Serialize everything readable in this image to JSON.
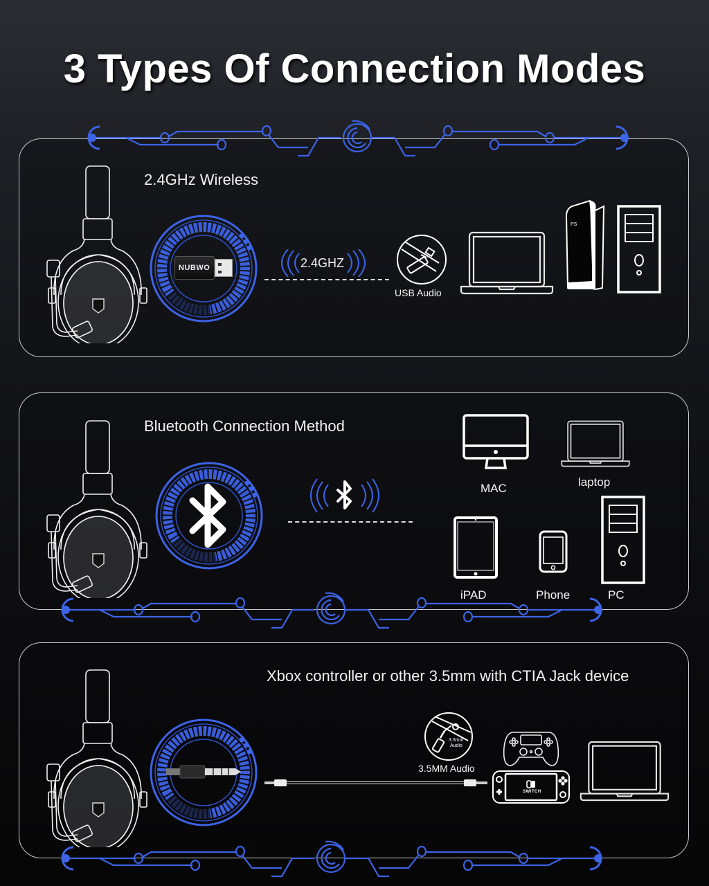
{
  "title": "3 Types Of Connection Modes",
  "colors": {
    "accent_blue": "#3d63e6",
    "line_white": "#e8e8e8",
    "background": "#0d0e11"
  },
  "sections": [
    {
      "id": "wireless",
      "heading": "2.4GHz Wireless",
      "hub_icon": "usb-dongle-icon",
      "dongle_brand": "NUBWO",
      "signal_label": "2.4GHZ",
      "port_icon": "usb-port-icon",
      "port_label": "USB Audio",
      "devices": [
        {
          "icon": "laptop-icon"
        },
        {
          "icon": "ps5-console-icon"
        },
        {
          "icon": "pc-tower-icon"
        }
      ]
    },
    {
      "id": "bluetooth",
      "heading": "Bluetooth Connection Method",
      "hub_icon": "bluetooth-icon",
      "signal_icon": "bluetooth-signal-icon",
      "devices": [
        {
          "icon": "imac-icon",
          "label": "MAC"
        },
        {
          "icon": "laptop-icon",
          "label": "laptop"
        },
        {
          "icon": "tablet-icon",
          "label": "iPAD"
        },
        {
          "icon": "phone-icon",
          "label": "Phone"
        },
        {
          "icon": "pc-tower-icon",
          "label": "PC"
        }
      ]
    },
    {
      "id": "wired",
      "heading": "Xbox controller or other 3.5mm with CTIA Jack device",
      "hub_icon": "audio-jack-icon",
      "port_icon": "audio-port-icon",
      "port_inner_label_1": "3.5mm",
      "port_inner_label_2": "Audio",
      "port_label": "3.5MM Audio",
      "devices": [
        {
          "icon": "gamepad-icon"
        },
        {
          "icon": "nintendo-switch-icon",
          "label": "SWITCH"
        },
        {
          "icon": "laptop-icon"
        }
      ]
    }
  ]
}
